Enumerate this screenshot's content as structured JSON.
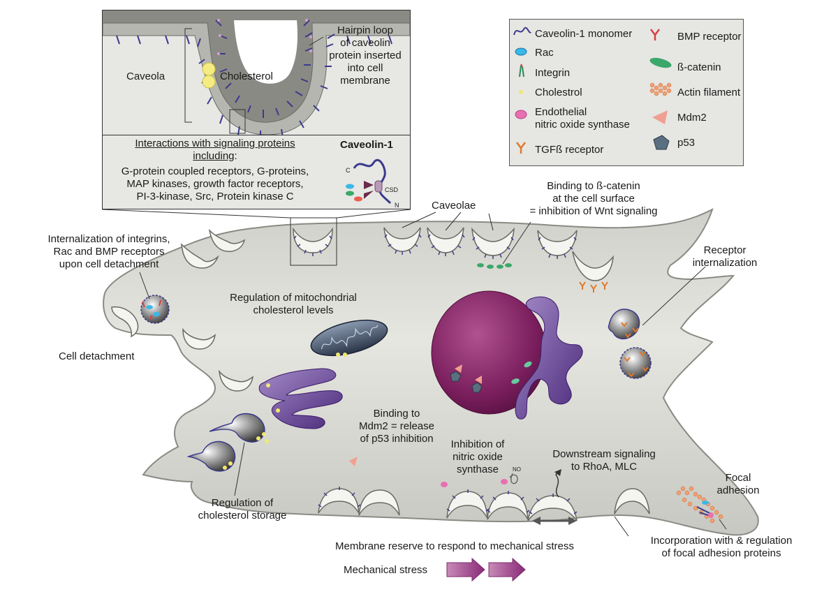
{
  "inset": {
    "caveola_label": "Caveola",
    "cholesterol_label": "Cholesterol",
    "hairpin_line1": "Hairpin loop",
    "hairpin_line2": "of caveolin",
    "hairpin_line3": "protein inserted",
    "hairpin_line4": "into cell",
    "hairpin_line5": "membrane",
    "interactions_line1": "Interactions with signaling proteins",
    "interactions_line2": "including",
    "interactions_colon": ":",
    "proteins_line1": "G-protein coupled receptors, G-proteins,",
    "proteins_line2": "MAP kinases, growth factor receptors,",
    "proteins_line3": "PI-3-kinase, Src, Protein kinase C",
    "caveolin_title": "Caveolin-1",
    "c_term": "C",
    "n_term": "N",
    "csd": "CSD"
  },
  "legend": {
    "items_left": [
      "Caveolin-1 monomer",
      "Rac",
      "Integrin",
      "Cholestrol",
      "Endothelial",
      "nitric oxide synthase",
      "TGFß receptor"
    ],
    "items_right": [
      "BMP receptor",
      "ß-catenin",
      "Actin filament",
      "Mdm2",
      "p53"
    ]
  },
  "labels": {
    "internalization": [
      "Internalization of integrins,",
      "Rac and BMP receptors",
      "upon cell detachment"
    ],
    "cell_detachment": "Cell detachment",
    "caveolae": "Caveolae",
    "beta_catenin": [
      "Binding to ß-catenin",
      "at the cell surface",
      "= inhibition of Wnt signaling"
    ],
    "receptor_internalization": [
      "Receptor",
      "internalization"
    ],
    "mito_cholesterol": [
      "Regulation of mitochondrial",
      "cholesterol levels"
    ],
    "mdm2": [
      "Binding to",
      "Mdm2 = release",
      "of p53 inhibition"
    ],
    "nos_inhibition": [
      "Inhibition of",
      "nitric oxide",
      "synthase"
    ],
    "no": "NO",
    "downstream": [
      "Downstream signaling",
      "to RhoA, MLC"
    ],
    "focal_adhesion": [
      "Focal",
      "adhesion"
    ],
    "cholesterol_storage": [
      "Regulation of",
      "cholesterol storage"
    ],
    "membrane_reserve": "Membrane reserve to respond to mechanical stress",
    "focal_incorporation": [
      "Incorporation with & regulation",
      "of focal adhesion proteins"
    ],
    "mechanical_stress": "Mechanical stress"
  },
  "colors": {
    "cell_fill": "#e3e3dd",
    "cell_edge": "#9a9a94",
    "caveolin": "#3a3a8c",
    "nucleus": "#8a2a6e",
    "golgi": "#6a4a94",
    "arrow": "#9a4a8a"
  }
}
